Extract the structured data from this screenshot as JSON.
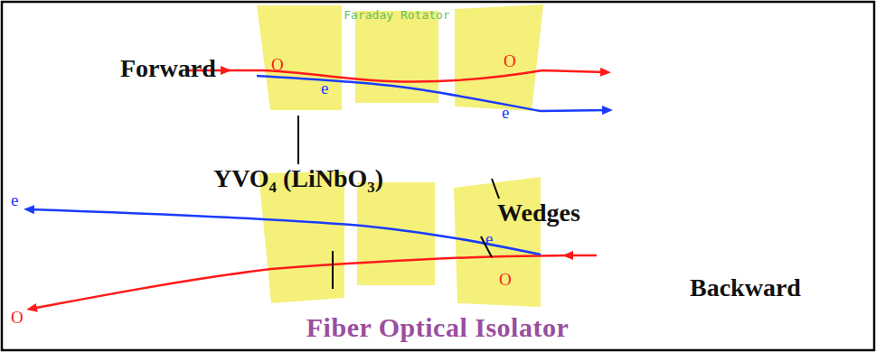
{
  "diagram": {
    "title": "Fiber Optical Isolator",
    "labels": [
      "Faraday Rotator",
      "O",
      "e",
      "O",
      "e",
      "Forward",
      "YVO₄ (LiNbO₃)",
      "Wedges",
      "e",
      "e",
      "O",
      "O",
      "Backward"
    ]
  }
}
